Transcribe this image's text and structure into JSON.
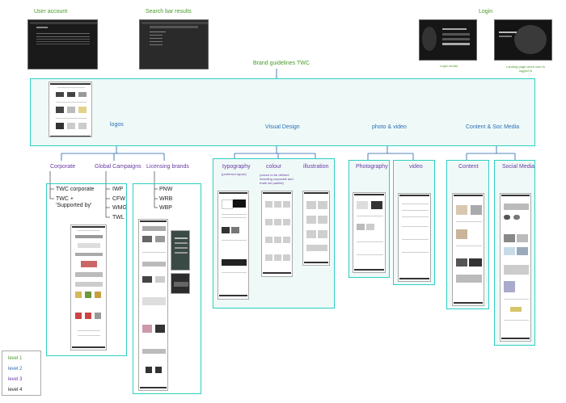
{
  "top": {
    "user_account": "User account",
    "search_results": "Search bar results",
    "login": "Login",
    "login_modal": "Login modal",
    "landing_page": "Landing page when user is logged in"
  },
  "root": "Brand guidelines TWC",
  "level2": {
    "logos": "logos",
    "visual_design": "Visual Design",
    "photo_video": "photo & video",
    "content_soc": "Content & Soc Media"
  },
  "level3": {
    "corporate": "Corporate",
    "global_campaigns": "Global Campaigns",
    "licensing_brands": "Licensing brands",
    "typography": "typography",
    "typography_note": "(preferred layout)",
    "colour": "colour",
    "colour_note": "(colour to be defined including corporate and trade set palette)",
    "illustration": "illustration",
    "photography": "Photography",
    "video": "video",
    "content": "Content",
    "social_media": "Social Media"
  },
  "level4": {
    "twc_corporate": "TWC corporate",
    "twc_supported": "TWC + 'Supported by'",
    "iwp": "IWP",
    "cfw": "CFW",
    "wmg": "WMG",
    "twl": "TWL",
    "pnw": "PNW",
    "wrb": "WRB",
    "wbp": "WBP"
  },
  "legend": {
    "level1": "level 1",
    "level2": "level 2",
    "level3": "level 3",
    "level4": "level 4"
  },
  "colors": {
    "level1": "#4a9a2a",
    "level2": "#2b6cb8",
    "level3": "#6a3aa2",
    "level4": "#222222",
    "box_border": "#2ecfc4",
    "box_fill": "#effaf8"
  }
}
